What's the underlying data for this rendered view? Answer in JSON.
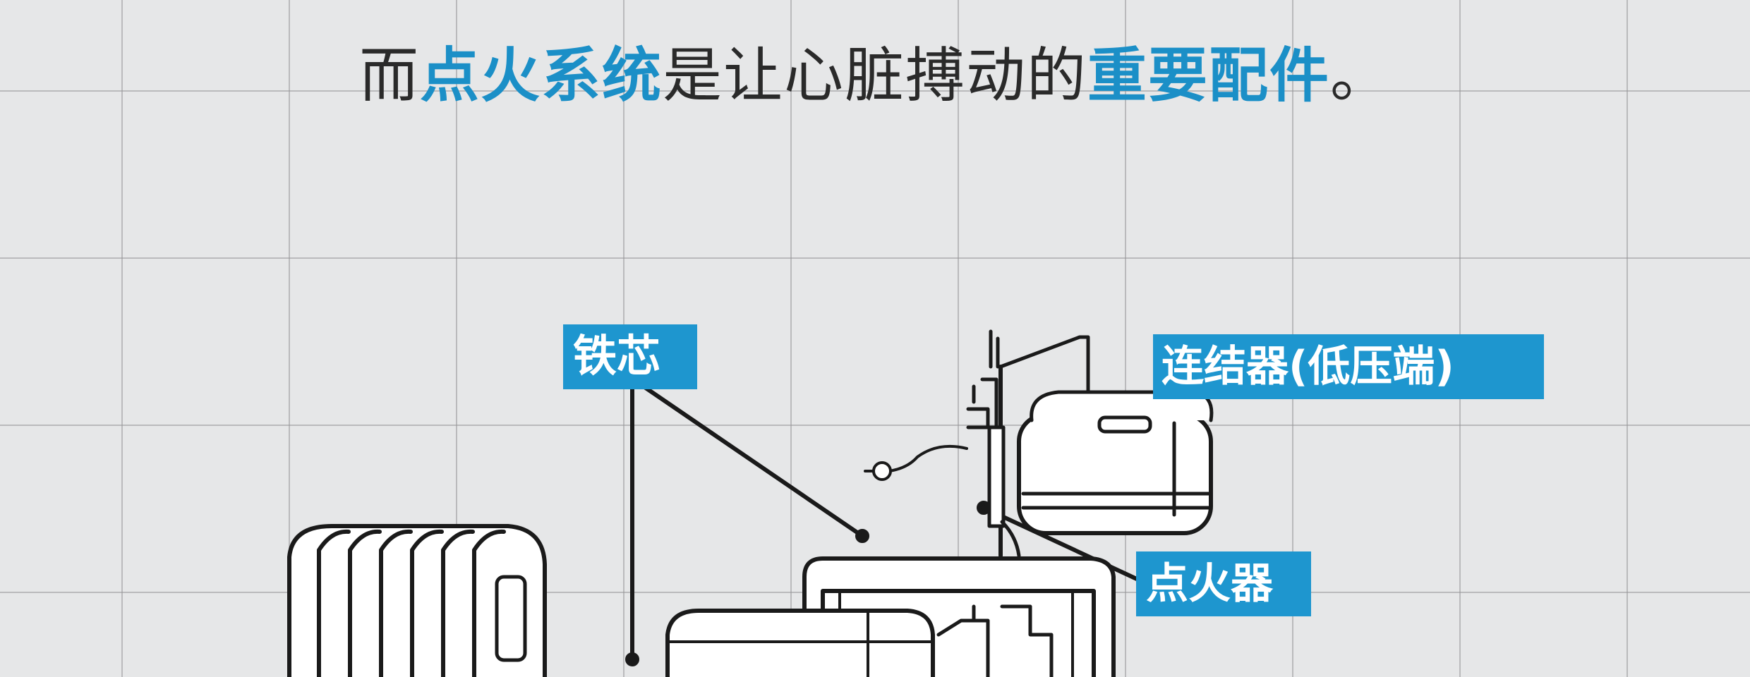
{
  "headline": {
    "prefix": "而",
    "highlight1": "点火系统",
    "middle": "是让心脏搏动的",
    "highlight2": "重要配件",
    "suffix": "。"
  },
  "labels": {
    "core": "铁芯",
    "connector": "连结器(低压端)",
    "igniter": "点火器"
  },
  "colors": {
    "accent": "#1e96cf",
    "background": "#e6e7e8",
    "line": "#1a1a1a"
  }
}
